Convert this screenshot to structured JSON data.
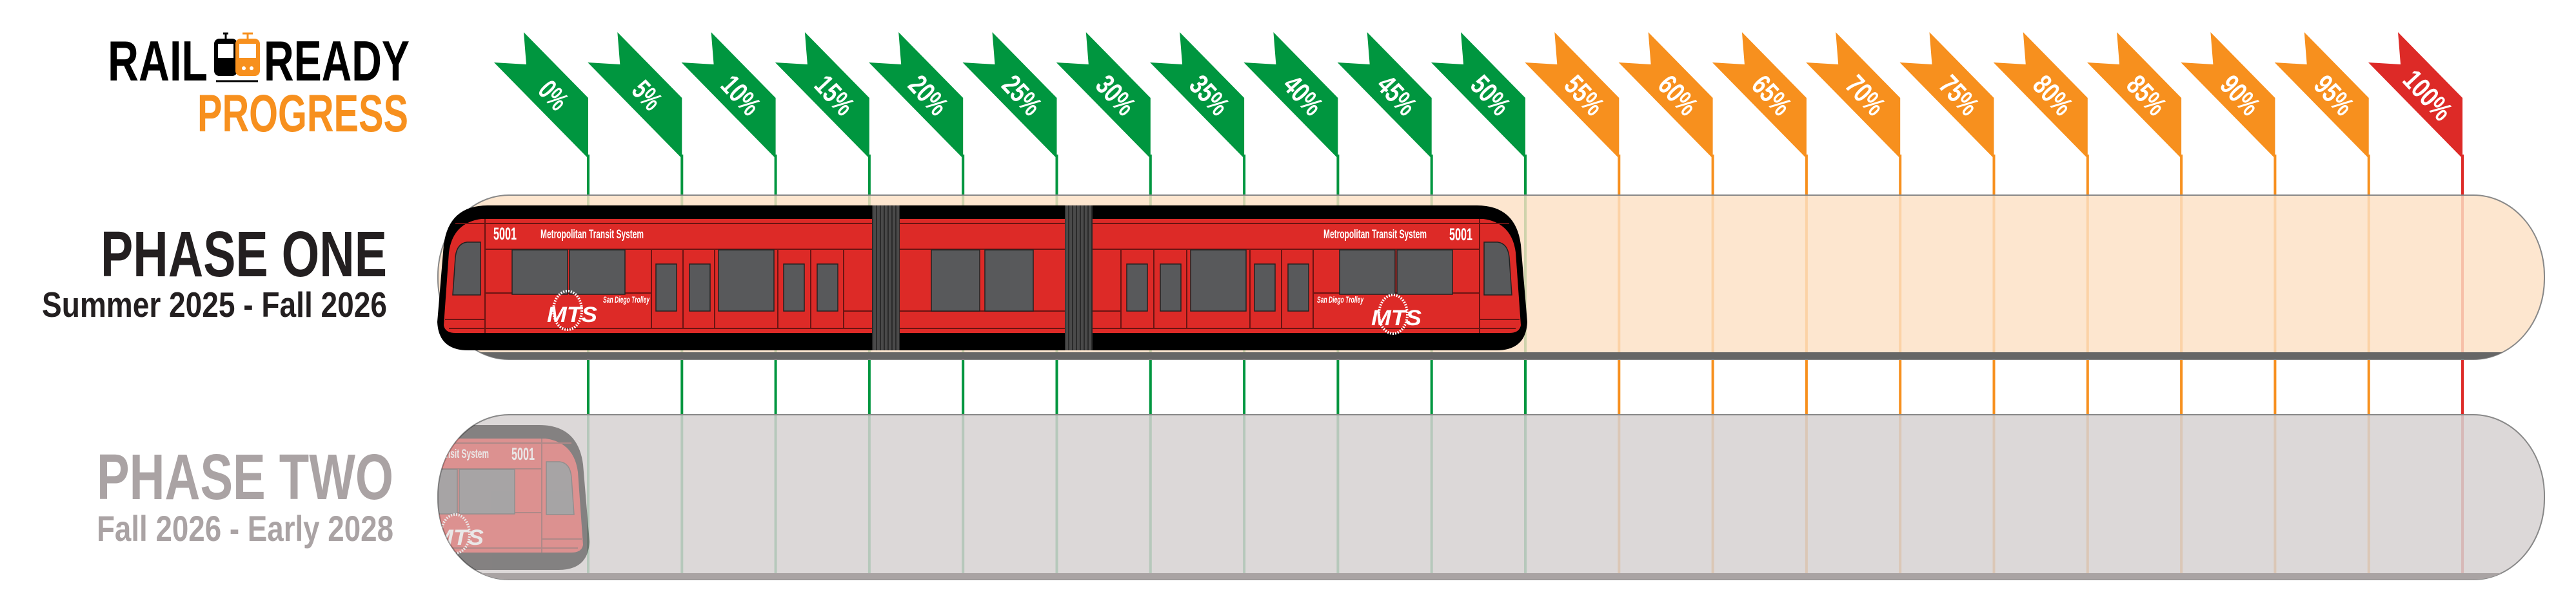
{
  "logo": {
    "word1": "RAIL",
    "word2": "READY",
    "subtitle": "PROGRESS",
    "icon": "twin-tram-icon",
    "colors": {
      "primary": "#000000",
      "accent": "#f7901e"
    }
  },
  "milestones": [
    {
      "label": "0%",
      "value": 0,
      "color": "#00963f"
    },
    {
      "label": "5%",
      "value": 5,
      "color": "#00963f"
    },
    {
      "label": "10%",
      "value": 10,
      "color": "#00963f"
    },
    {
      "label": "15%",
      "value": 15,
      "color": "#00963f"
    },
    {
      "label": "20%",
      "value": 20,
      "color": "#00963f"
    },
    {
      "label": "25%",
      "value": 25,
      "color": "#00963f"
    },
    {
      "label": "30%",
      "value": 30,
      "color": "#00963f"
    },
    {
      "label": "35%",
      "value": 35,
      "color": "#00963f"
    },
    {
      "label": "40%",
      "value": 40,
      "color": "#00963f"
    },
    {
      "label": "45%",
      "value": 45,
      "color": "#00963f"
    },
    {
      "label": "50%",
      "value": 50,
      "color": "#00963f"
    },
    {
      "label": "55%",
      "value": 55,
      "color": "#f7901e"
    },
    {
      "label": "60%",
      "value": 60,
      "color": "#f7901e"
    },
    {
      "label": "65%",
      "value": 65,
      "color": "#f7901e"
    },
    {
      "label": "70%",
      "value": 70,
      "color": "#f7901e"
    },
    {
      "label": "75%",
      "value": 75,
      "color": "#f7901e"
    },
    {
      "label": "80%",
      "value": 80,
      "color": "#f7901e"
    },
    {
      "label": "85%",
      "value": 85,
      "color": "#f7901e"
    },
    {
      "label": "90%",
      "value": 90,
      "color": "#f7901e"
    },
    {
      "label": "95%",
      "value": 95,
      "color": "#f7901e"
    },
    {
      "label": "100%",
      "value": 100,
      "color": "#dd2a27"
    }
  ],
  "phases": [
    {
      "title": "PHASE ONE",
      "dates": "Summer 2025 - Fall 2026",
      "progress_percent": 50,
      "active": true,
      "track_color": "#fde0c4"
    },
    {
      "title": "PHASE TWO",
      "dates": "Fall 2026 - Early 2028",
      "progress_percent": 0,
      "active": false,
      "track_color": "#d6d1d1"
    }
  ],
  "train": {
    "number": "5001",
    "operator": "Metropolitan Transit System",
    "line": "San Diego Trolley",
    "brand": "MTS",
    "body_color": "#dd2a27"
  }
}
